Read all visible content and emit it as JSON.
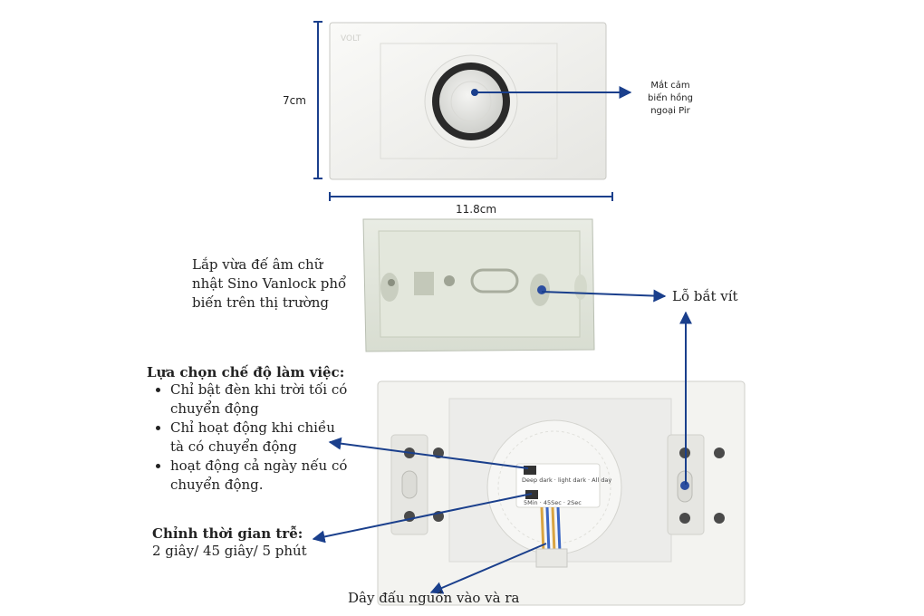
{
  "labels": {
    "height_dim": "7cm",
    "width_dim": "11.8cm",
    "sensor_eye": [
      "Mắt cảm",
      "biến hồng",
      "ngoại Pir"
    ],
    "backbox_fit": [
      "Lắp vừa đế âm chữ",
      "nhật Sino Vanlock phổ",
      "biến trên thị trường"
    ],
    "screw_hole": "Lỗ bắt vít",
    "mode_title": "Lựa chọn chế độ làm việc:",
    "modes": [
      [
        "Chỉ bật đèn khi trời tối có",
        "chuyển động"
      ],
      [
        "Chỉ hoạt động khi chiều",
        "tà có chuyển động"
      ],
      [
        "hoạt động cả ngày nếu có",
        "chuyển động."
      ]
    ],
    "delay_title": "Chỉnh thời gian trễ:",
    "delay_values": "2 giây/ 45 giây/ 5 phút",
    "power_wires": "Dây đấu nguồn vào và ra"
  },
  "device_print": {
    "brand": "VOLT",
    "mode_switch": "Deep dark · light dark · All day",
    "time_switch": "5Min · 45Sec · 2Sec"
  },
  "colors": {
    "annotation": "#1a3f8c",
    "plastic": "#f1f1ee",
    "lens_ring": "#2a2a2a"
  }
}
